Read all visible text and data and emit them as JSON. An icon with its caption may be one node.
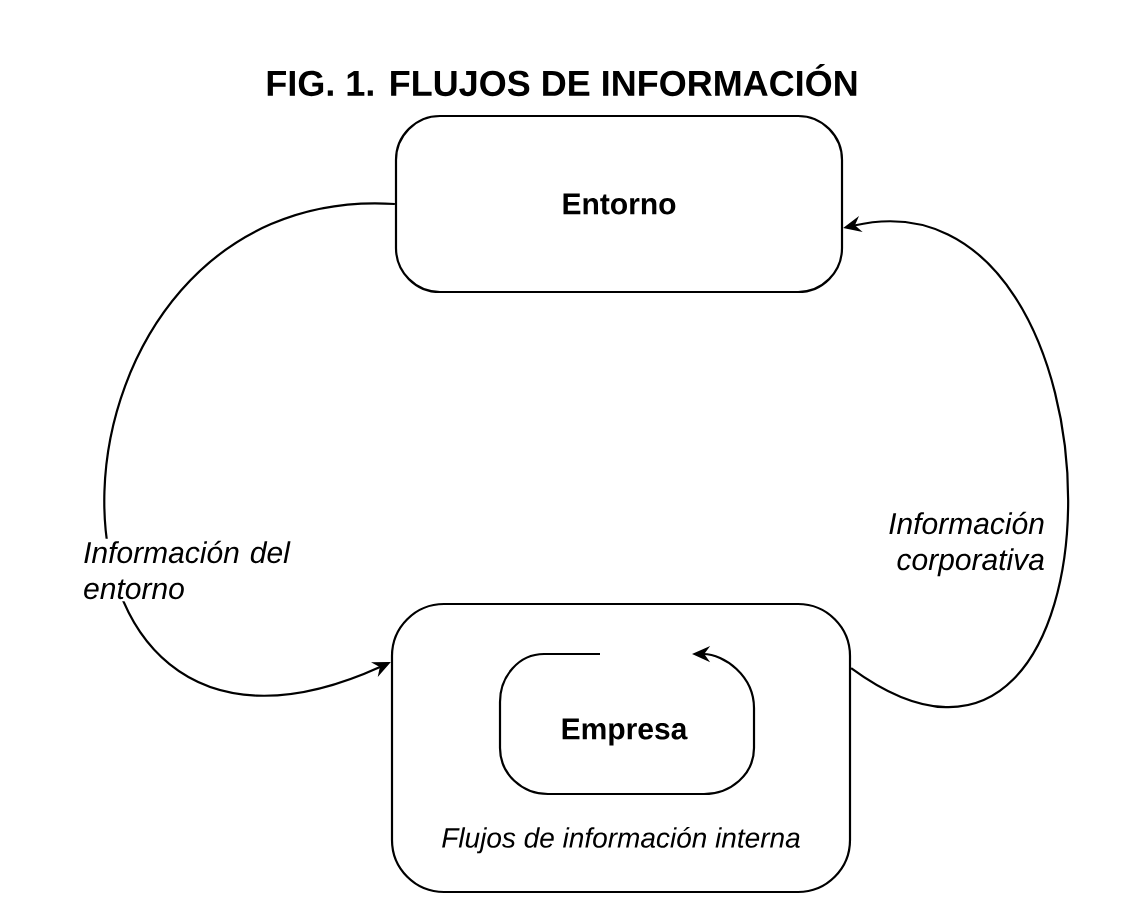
{
  "diagram": {
    "title": "FIG. 1. FLUJOS DE INFORMACIÓN",
    "nodes": [
      {
        "text": [
          "Entorno"
        ]
      },
      {
        "text": [
          "Flujos de información interna"
        ]
      },
      {
        "text": [
          "Empresa"
        ],
        "in": 1
      }
    ],
    "edges": [
      {
        "from": 0,
        "to": 1,
        "arrow": "to",
        "label": "Información del entorno"
      },
      {
        "from": 1,
        "to": 0,
        "arrow": "to",
        "label": "Información corporativa"
      },
      {
        "from": 2,
        "to": 2,
        "arrow": "to"
      }
    ]
  }
}
